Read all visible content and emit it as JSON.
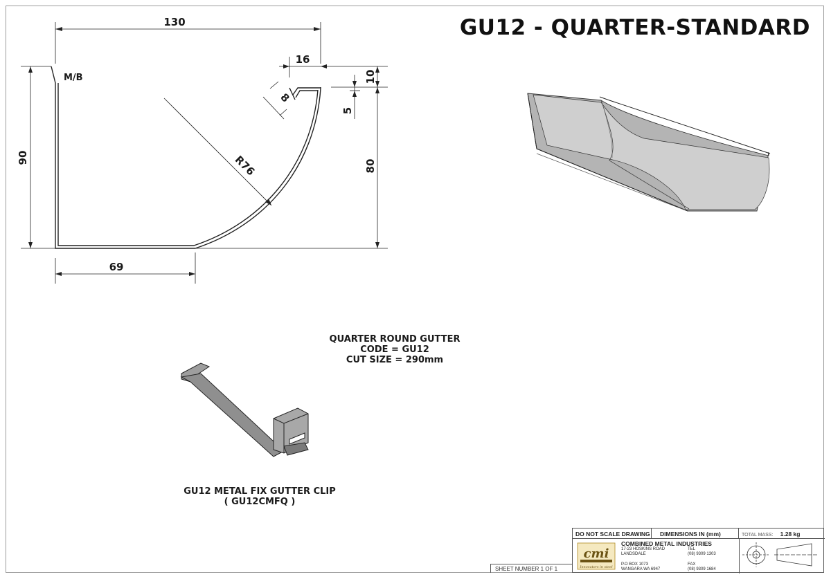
{
  "drawing_title": "GU12 - QUARTER-STANDARD",
  "dimensions": {
    "width_total": "130",
    "lip_width": "16",
    "lip_height": "10",
    "front_offset": "5",
    "height_back": "90",
    "height_front": "80",
    "fold": "8",
    "radius": "R76",
    "base_width": "69",
    "back_label": "M/B"
  },
  "notes": {
    "line1": "QUARTER ROUND GUTTER",
    "line2": "CODE = GU12",
    "line3": "CUT SIZE = 290mm"
  },
  "clip_caption": {
    "line1": "GU12 METAL FIX GUTTER CLIP",
    "line2": "( GU12CMFQ )"
  },
  "title_block": {
    "do_not_scale": "DO NOT SCALE DRAWING",
    "dimensions_in": "DIMENSIONS IN (mm)",
    "total_mass_label": "TOTAL MASS:",
    "total_mass_value": "1.28 kg",
    "company": "COMBINED METAL INDUSTRIES",
    "address1": "17-23 HOSKINS ROAD",
    "address2": "LANDSDALE",
    "tel_label": "TEL",
    "tel_value": "(08) 9309 1303",
    "po_box": "P.O BOX 1073",
    "po_city": "WANGARA WA 6947",
    "fax_label": "FAX",
    "fax_value": "(08) 9309 1684",
    "logo_text": "cmi",
    "logo_tagline": "Innovators in steel",
    "sheet_number": "SHEET NUMBER 1 OF 1"
  }
}
